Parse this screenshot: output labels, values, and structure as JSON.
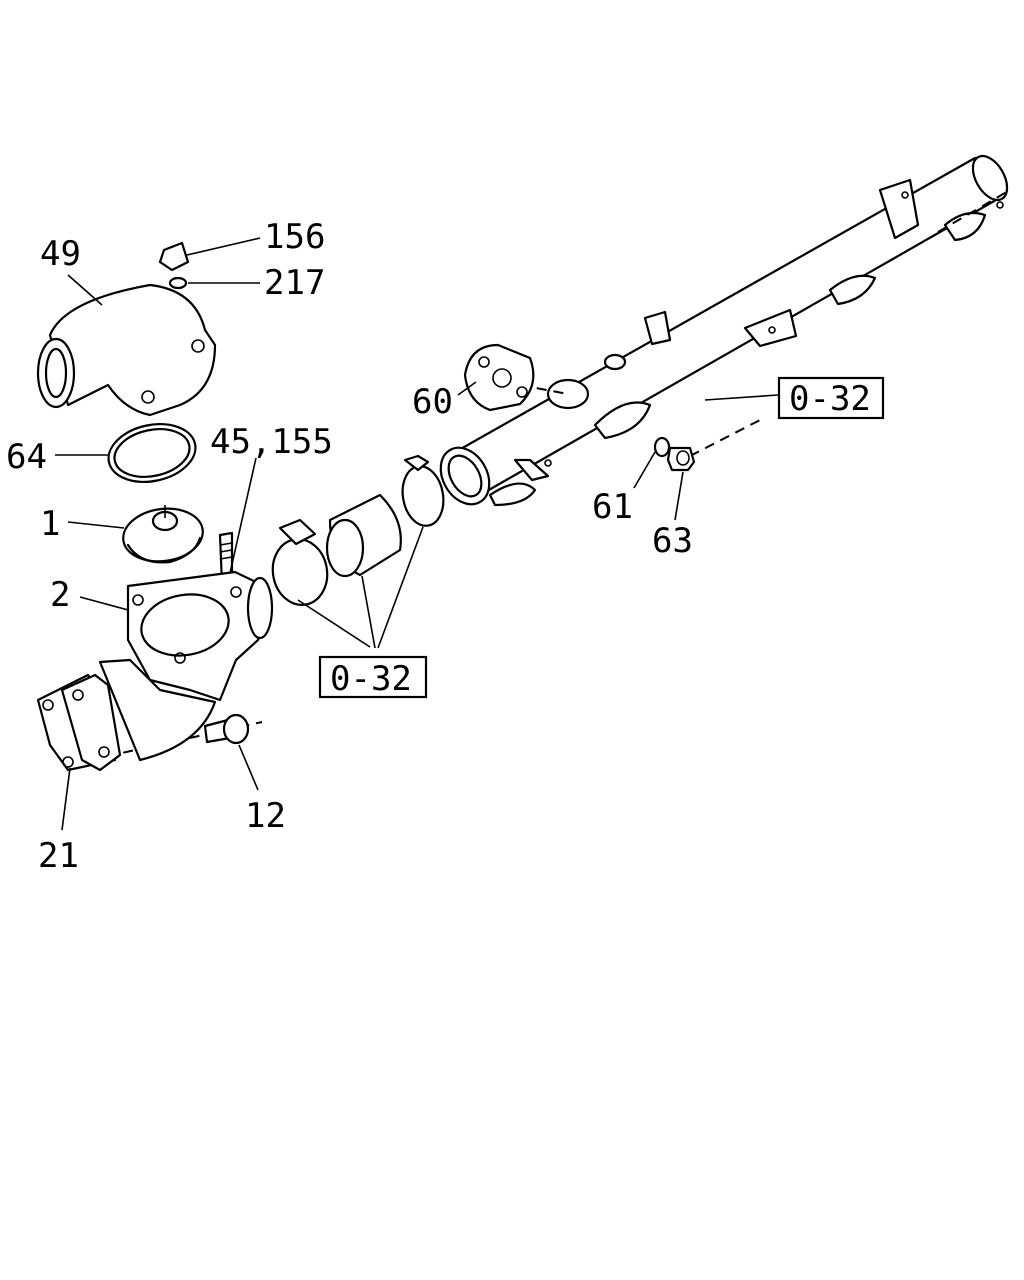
{
  "callouts": {
    "c156": "156",
    "c217": "217",
    "c49": "49",
    "c64": "64",
    "c45_155": "45,155",
    "c1": "1",
    "c2": "2",
    "c12": "12",
    "c21": "21",
    "c60": "60",
    "c61": "61",
    "c63": "63"
  },
  "references": {
    "ref_pipe": "0-32",
    "ref_hoses": "0-32"
  }
}
